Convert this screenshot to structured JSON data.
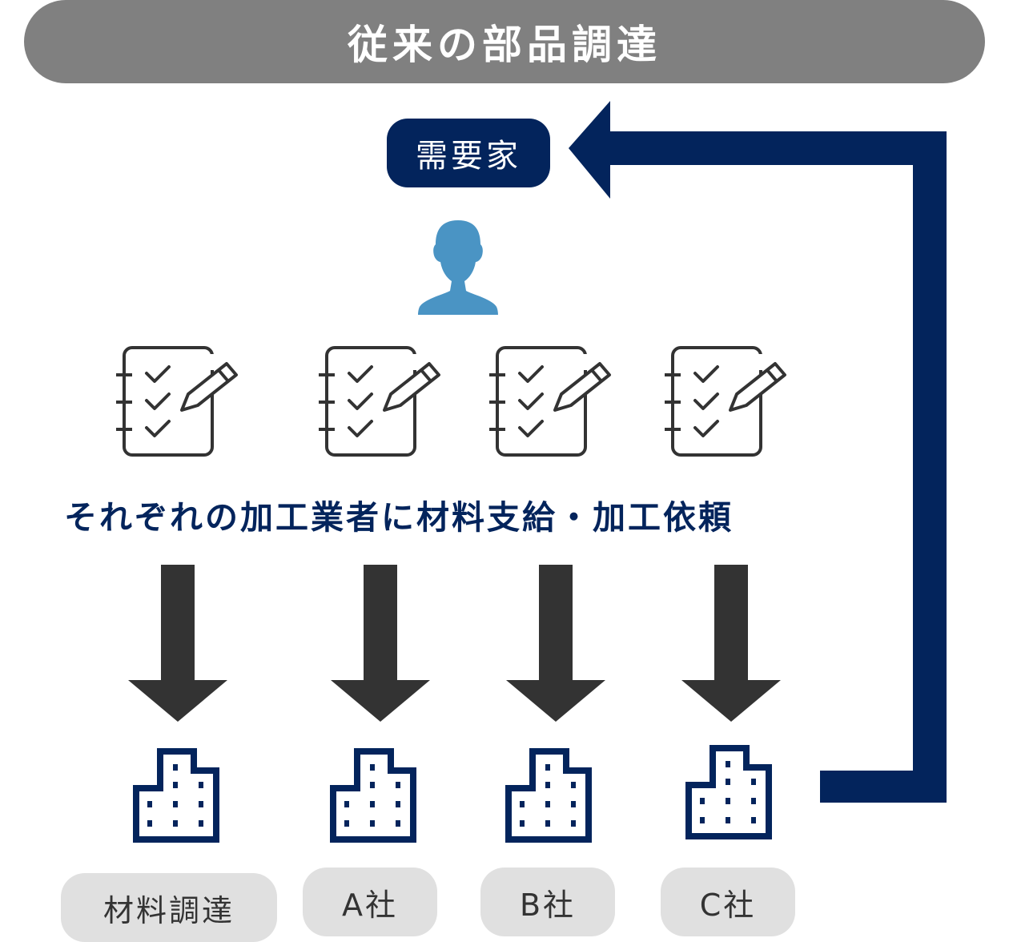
{
  "title": "従来の部品調達",
  "customer_label": "需要家",
  "caption": "それぞれの加工業者に材料支給・加工依頼",
  "suppliers": [
    {
      "label": "材料調達"
    },
    {
      "label": "A社"
    },
    {
      "label": "B社"
    },
    {
      "label": "C社"
    }
  ],
  "colors": {
    "navy": "#03245c",
    "gray_bar": "#808080",
    "arrow_dark": "#333333",
    "person_blue": "#4a94c4",
    "pill_bg": "#e0e0e0"
  },
  "icons": [
    "person-icon",
    "checklist-pen-icon",
    "down-arrow-icon",
    "building-icon",
    "return-arrow"
  ]
}
